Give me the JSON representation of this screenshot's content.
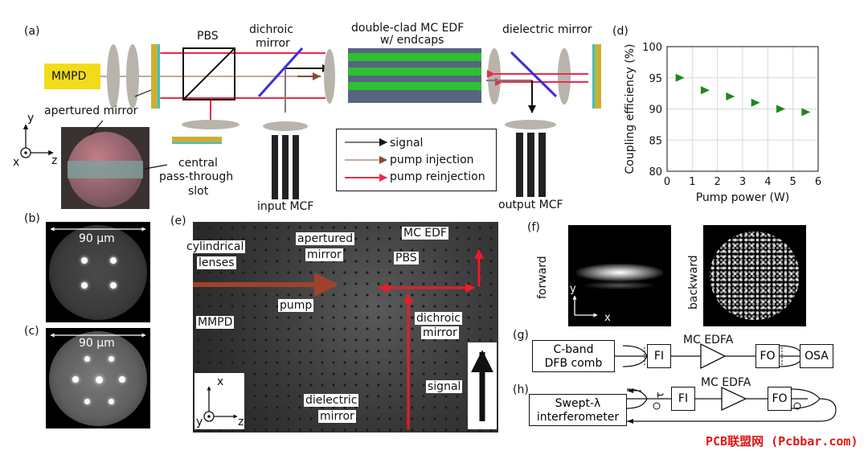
{
  "panels": {
    "a": "(a)",
    "b": "(b)",
    "c": "(c)",
    "d": "(d)",
    "e": "(e)",
    "f": "(f)",
    "g": "(g)",
    "h": "(h)"
  },
  "panel_a": {
    "mmpd": "MMPD",
    "pbs": "PBS",
    "dichroic_line1": "dichroic",
    "dichroic_line2": "mirror",
    "fiber_line1": "double-clad MC EDF",
    "fiber_line2": "w/ endcaps",
    "dielectric_mirror": "dielectric mirror",
    "apertured_mirror": "apertured mirror",
    "central_line1": "central",
    "central_line2": "pass-through",
    "central_line3": "slot",
    "input_mcf": "input MCF",
    "output_mcf": "output MCF",
    "axis_x": "x",
    "axis_y": "y",
    "axis_z": "z",
    "legend": [
      "signal",
      "pump injection",
      "pump reinjection"
    ],
    "colors": {
      "signal": "#7a7a7a",
      "pump_injection": "#8b4a2e",
      "pump_reinjection": "#ee2a4a",
      "fiber_core": "#2ec02e",
      "mirror": "#c8b036",
      "mmpd": "#f2dc1a",
      "lens": "#b8b4ab",
      "dichroic": "#3a2ee0"
    }
  },
  "panel_b": {
    "scale": "90 μm"
  },
  "panel_c": {
    "scale": "90 μm"
  },
  "panel_e": {
    "cylindrical_line1": "cylindrical",
    "cylindrical_line2": "lenses",
    "apertured_line1": "apertured",
    "apertured_line2": "mirror",
    "mc_edf": "MC EDF",
    "pbs": "PBS",
    "pump": "pump",
    "mmpd": "MMPD",
    "dichroic_line1": "dichroic",
    "dichroic_line2": "mirror",
    "signal": "signal",
    "dielectric_line1": "dielectric",
    "dielectric_line2": "mirror",
    "axis_x": "x",
    "axis_y": "y",
    "axis_z": "z"
  },
  "panel_f": {
    "forward": "forward",
    "backward": "backward",
    "axis_x": "x",
    "axis_y": "y"
  },
  "panel_g": {
    "source_line1": "C-band",
    "source_line2": "DFB comb",
    "fi": "FI",
    "amp_label": "MC EDFA",
    "fo": "FO",
    "osa": "OSA"
  },
  "panel_h": {
    "source_line1": "Swept-λ",
    "source_line2": "interferometer",
    "tau": "τ",
    "fi": "FI",
    "amp_label": "MC EDFA",
    "fo": "FO"
  },
  "watermark": "PCB联盟网 (Pcbbar.com)",
  "chart_data": {
    "type": "scatter",
    "xlabel": "Pump power (W)",
    "ylabel": "Coupling efficiency (%)",
    "xlim": [
      0,
      6
    ],
    "ylim": [
      80,
      100
    ],
    "xticks": [
      "0",
      "1",
      "2",
      "3",
      "4",
      "5",
      "6"
    ],
    "yticks": [
      "80",
      "85",
      "90",
      "95",
      "100"
    ],
    "grid": true,
    "marker": "right-triangle",
    "color": "#1a8a1a",
    "x": [
      0.5,
      1.5,
      2.5,
      3.5,
      4.5,
      5.5
    ],
    "y": [
      95.0,
      93.0,
      92.0,
      91.0,
      90.0,
      89.5
    ]
  }
}
